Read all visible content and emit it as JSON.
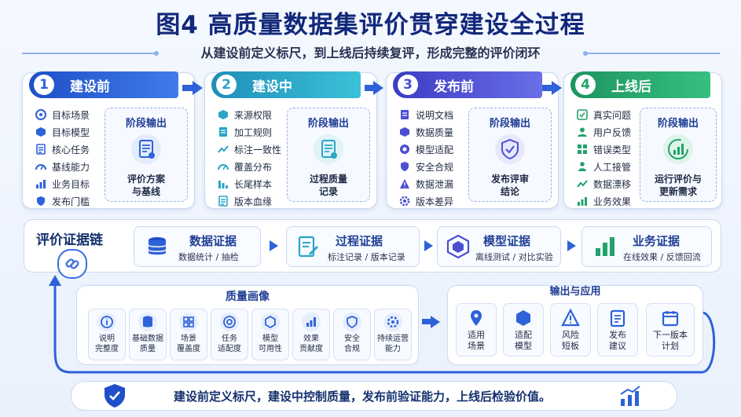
{
  "title": "图4 高质量数据集评价贯穿建设全过程",
  "subtitle": "从建设前定义标尺，到上线后持续复评，形成完整的评价闭环",
  "colors": {
    "stage1": "#2e62d9",
    "stage2": "#2aa6c7",
    "stage3": "#4b4fd1",
    "stage4": "#22a36a"
  },
  "stages": [
    {
      "num": "1",
      "name": "建设前",
      "items": [
        "目标场景",
        "目标模型",
        "核心任务",
        "基线能力",
        "业务目标",
        "发布门槛"
      ],
      "output_title": "阶段输出",
      "output_text": [
        "评价方案",
        "与基线"
      ]
    },
    {
      "num": "2",
      "name": "建设中",
      "items": [
        "来源权限",
        "加工规则",
        "标注一致性",
        "覆盖分布",
        "长尾样本",
        "版本血缘"
      ],
      "output_title": "阶段输出",
      "output_text": [
        "过程质量",
        "记录"
      ]
    },
    {
      "num": "3",
      "name": "发布前",
      "items": [
        "说明文档",
        "数据质量",
        "模型适配",
        "安全合规",
        "数据泄漏",
        "版本差异"
      ],
      "output_title": "阶段输出",
      "output_text": [
        "发布评审",
        "结论"
      ]
    },
    {
      "num": "4",
      "name": "上线后",
      "items": [
        "真实问题",
        "用户反馈",
        "错误类型",
        "人工接管",
        "数据漂移",
        "业务效果"
      ],
      "output_title": "阶段输出",
      "output_text": [
        "运行评价与",
        "更新需求"
      ]
    }
  ],
  "chain": {
    "label": "评价证据链",
    "items": [
      {
        "title": "数据证据",
        "sub": "数据统计 / 抽检"
      },
      {
        "title": "过程证据",
        "sub": "标注记录 / 版本记录"
      },
      {
        "title": "模型证据",
        "sub": "离线测试 / 对比实验"
      },
      {
        "title": "业务证据",
        "sub": "在线效果 / 反馈回流"
      }
    ]
  },
  "quality": {
    "title": "质量画像",
    "items": [
      [
        "说明",
        "完整度"
      ],
      [
        "基础数据",
        "质量"
      ],
      [
        "场景",
        "覆盖度"
      ],
      [
        "任务",
        "适配度"
      ],
      [
        "模型",
        "可用性"
      ],
      [
        "效果",
        "贡献度"
      ],
      [
        "安全",
        "合规"
      ],
      [
        "持续运营",
        "能力"
      ]
    ]
  },
  "outputs": {
    "title": "输出与应用",
    "items": [
      [
        "适用",
        "场景"
      ],
      [
        "适配",
        "模型"
      ],
      [
        "风险",
        "短板"
      ],
      [
        "发布",
        "建议"
      ],
      [
        "下一版本",
        "计划"
      ]
    ]
  },
  "bottom": "建设前定义标尺，建设中控制质量，发布前验证能力，上线后检验价值。"
}
